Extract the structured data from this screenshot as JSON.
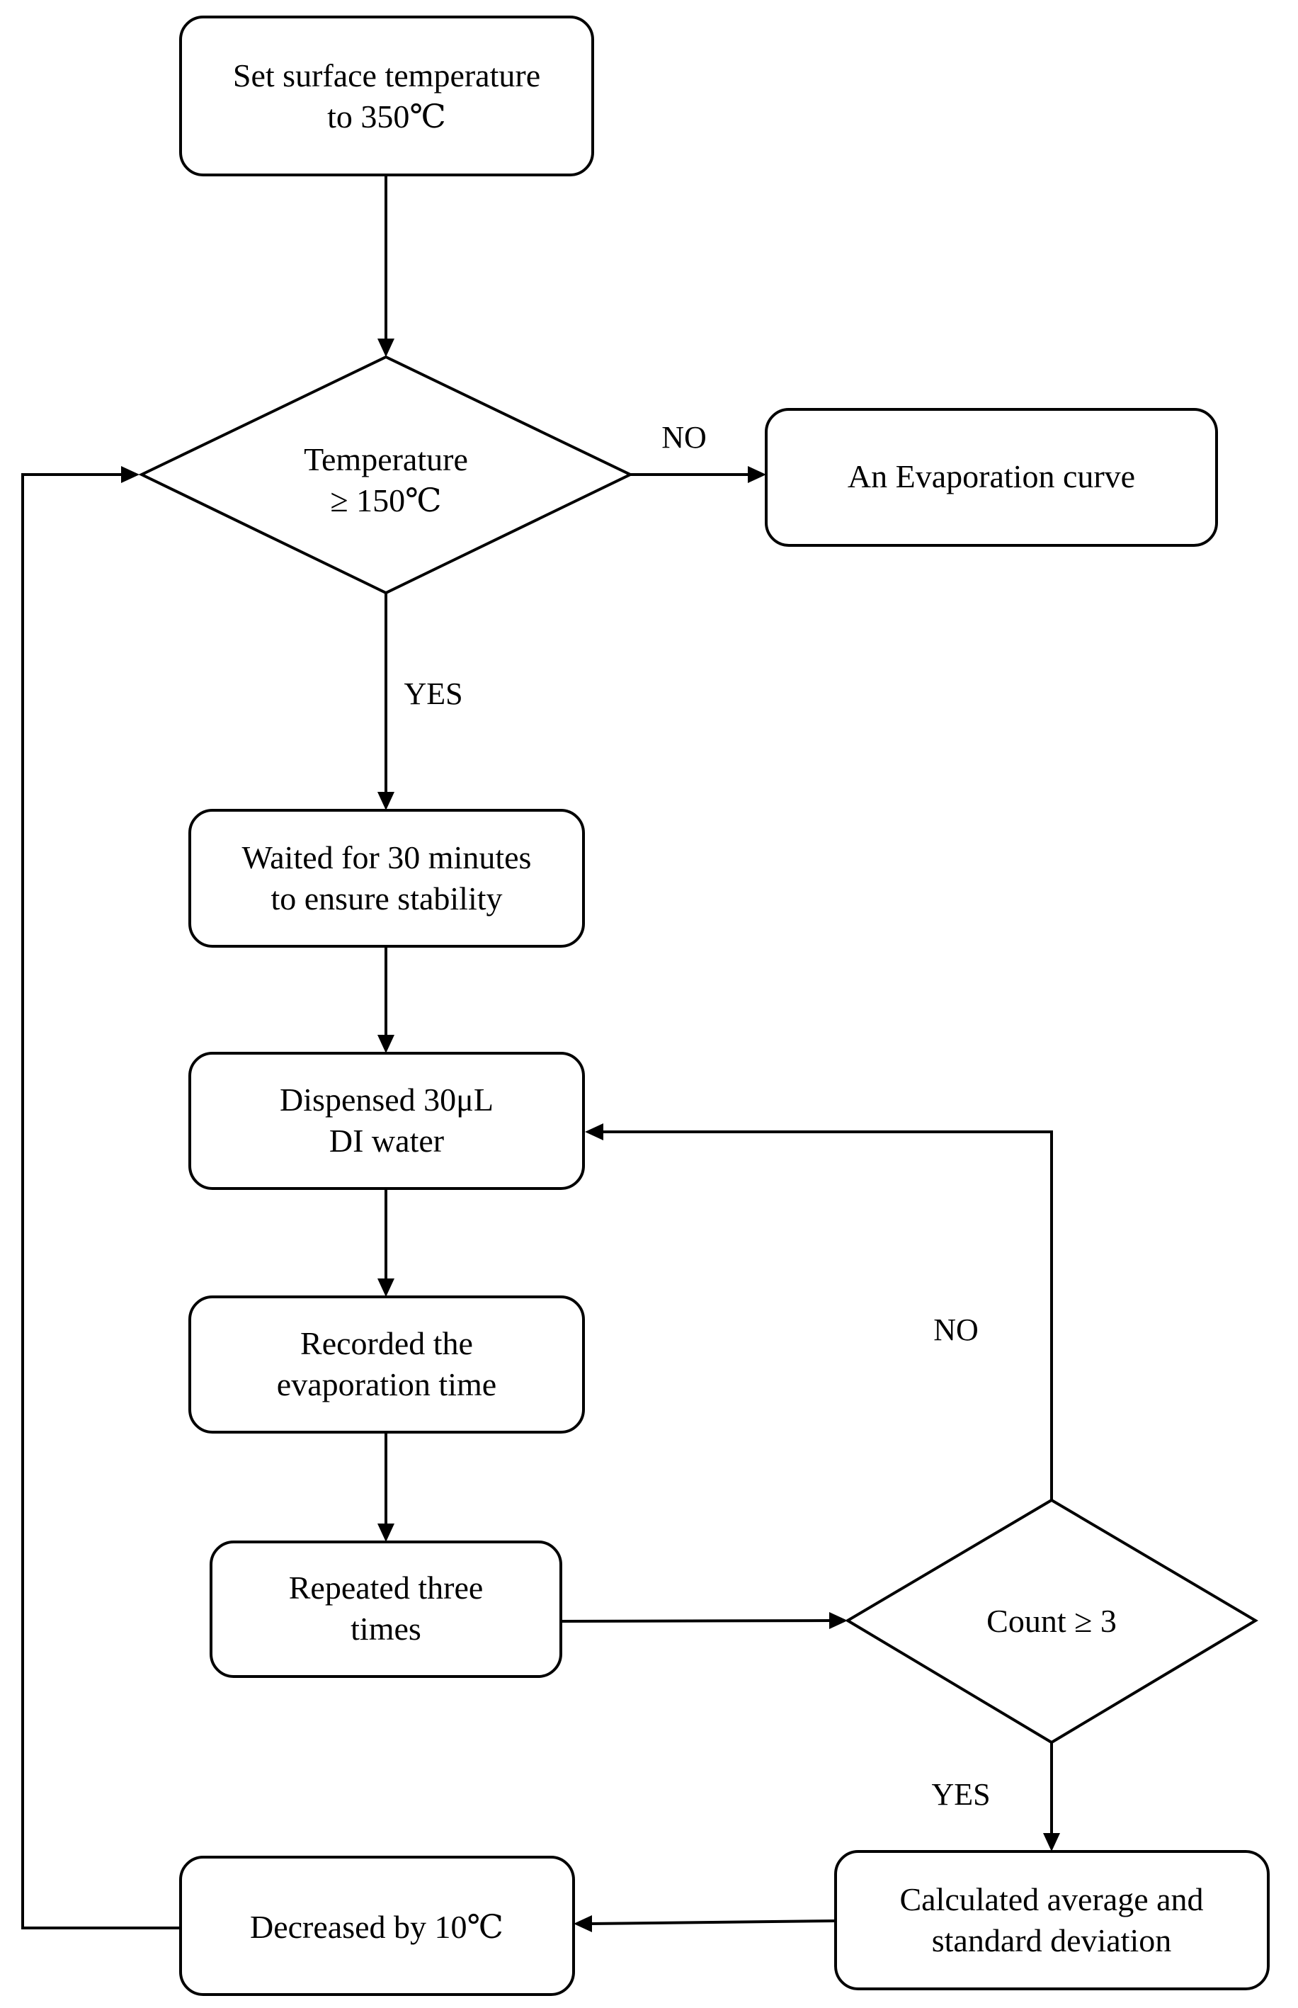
{
  "nodes": {
    "set_temp": {
      "line1": "Set surface temperature",
      "line2": "to 350℃"
    },
    "temp_check": {
      "line1": "Temperature",
      "line2": "≥ 150℃"
    },
    "evap_curve": {
      "line1": "An Evaporation curve"
    },
    "wait": {
      "line1": "Waited for 30 minutes",
      "line2": "to ensure stability"
    },
    "dispense": {
      "line1": "Dispensed 30μL",
      "line2": "DI water"
    },
    "record": {
      "line1": "Recorded the",
      "line2": "evaporation time"
    },
    "repeat": {
      "line1": "Repeated three",
      "line2": "times"
    },
    "count_check": {
      "line1": "Count ≥ 3"
    },
    "calc": {
      "line1": "Calculated average and",
      "line2": "standard deviation"
    },
    "decrease": {
      "line1": "Decreased by 10℃"
    }
  },
  "edges": {
    "temp_no": "NO",
    "temp_yes": "YES",
    "count_no": "NO",
    "count_yes": "YES"
  }
}
